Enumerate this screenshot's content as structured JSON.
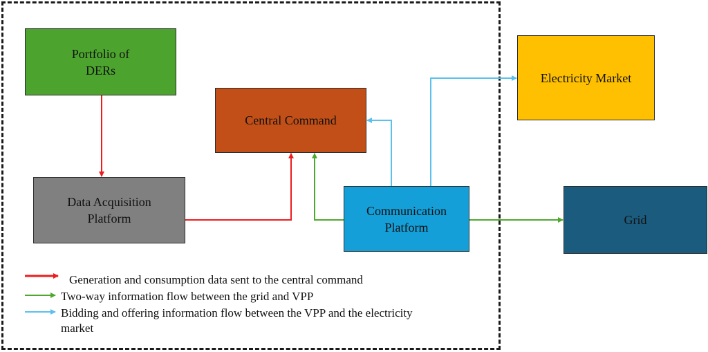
{
  "nodes": {
    "portfolio": "Portfolio of\nDERs",
    "central_command": "Central Command",
    "data_acquisition": "Data Acquisition\nPlatform",
    "communication": "Communication\nPlatform",
    "electricity_market": "Electricity Market",
    "grid": "Grid"
  },
  "legend": {
    "red": "Generation and consumption data sent to the central command",
    "green": "Two-way information flow between the grid and VPP",
    "blue": "Bidding and offering information flow between the VPP and the electricity market"
  },
  "colors": {
    "red_flow": "#ee1c1c",
    "green_flow": "#4ea82f",
    "blue_flow": "#5bc0eb"
  }
}
